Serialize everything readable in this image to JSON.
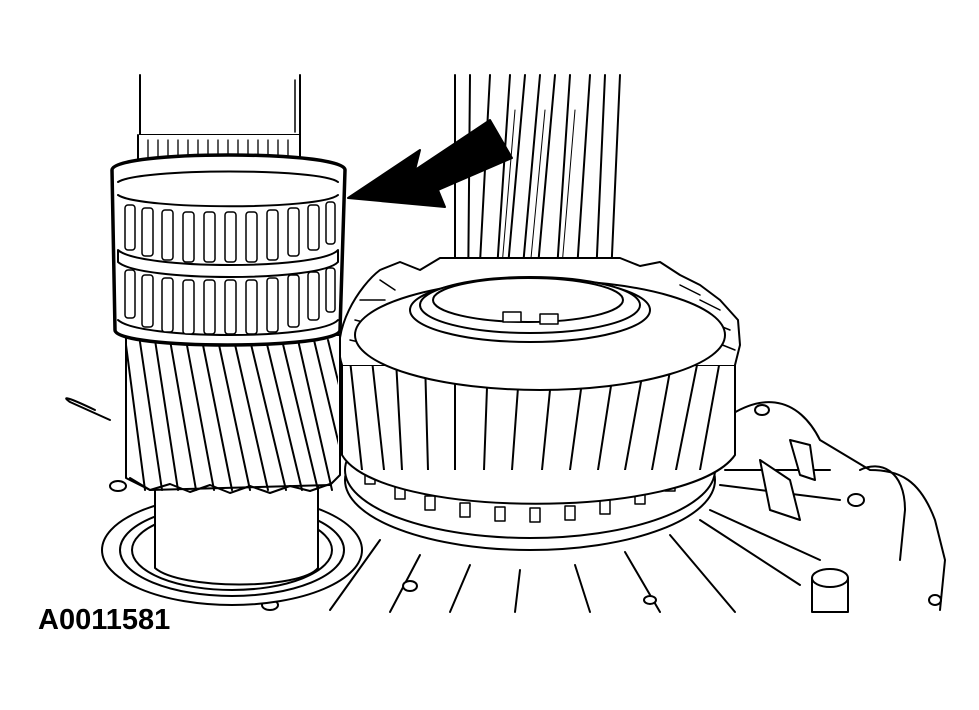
{
  "figure": {
    "code": "A0011581"
  },
  "colors": {
    "line": "#000000",
    "fill": "#ffffff"
  },
  "parts": [
    "main-shaft",
    "needle-roller-bearing",
    "helical-input-gear",
    "countershaft-gear",
    "output-shaft",
    "transmission-case",
    "direction-arrow"
  ]
}
